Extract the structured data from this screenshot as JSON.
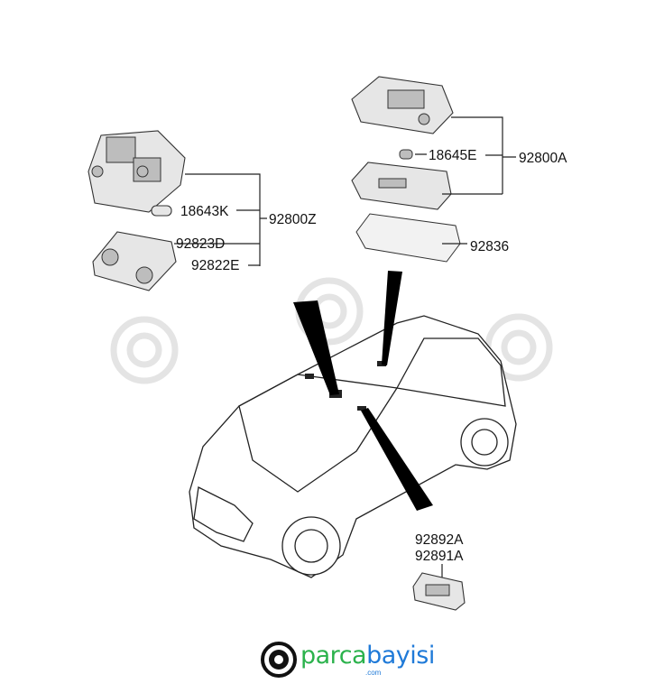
{
  "diagram": {
    "labels": {
      "assembly_left": "92800Z",
      "bulb_left": "18643K",
      "lens_left_1": "92823D",
      "lens_left_2": "92822E",
      "assembly_right": "92800A",
      "bulb_right": "18645E",
      "lens_right": "92836",
      "lamp_lower_1": "92892A",
      "lamp_lower_2": "92891A"
    },
    "colors": {
      "logo_green": "#2bb24c",
      "logo_blue": "#1f7ad8"
    }
  },
  "logo": {
    "part1": "parca",
    "part2": "bayisi",
    "suffix": ".com"
  }
}
